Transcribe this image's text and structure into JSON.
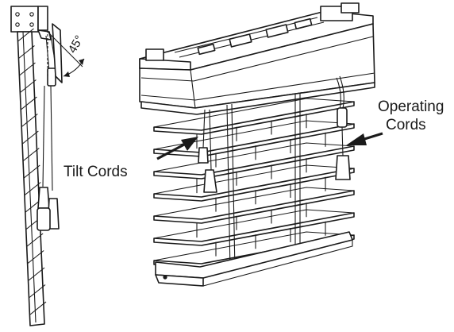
{
  "labels": {
    "angle": "45°",
    "tilt_cords": "Tilt Cords",
    "operating_cords_line1": "Operating",
    "operating_cords_line2": "Cords"
  },
  "colors": {
    "ink": "#1a1a1a",
    "background": "#ffffff"
  }
}
